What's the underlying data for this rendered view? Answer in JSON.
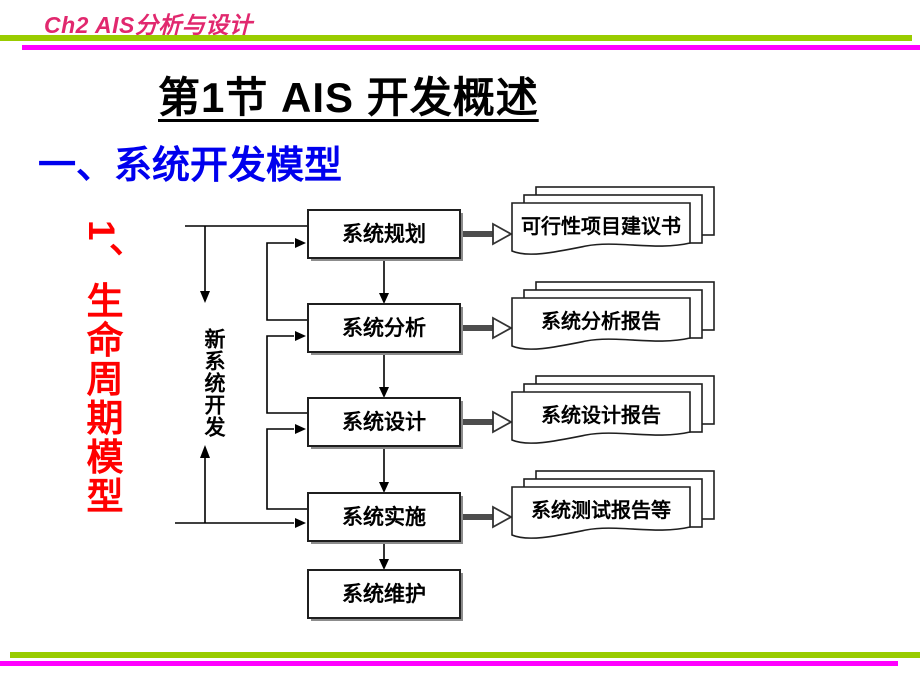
{
  "header": {
    "course_title": "Ch2 AIS分析与设计"
  },
  "slide": {
    "title": "第1节 AIS 开发概述",
    "section_heading": "一、系统开发模型",
    "side_label": "1、生命周期模型"
  },
  "diagram": {
    "cycle_label": "新系统开发",
    "stages": [
      "系统规划",
      "系统分析",
      "系统设计",
      "系统实施",
      "系统维护"
    ],
    "documents": [
      "可行性项目建议书",
      "系统分析报告",
      "系统设计报告",
      "系统测试报告等"
    ]
  },
  "colors": {
    "header_text": "#e1286e",
    "rule_green": "#99cc00",
    "rule_magenta": "#ff00ff",
    "section_heading": "#0000ee",
    "side_label": "#ff0000",
    "shape_outline": "#1f1f1f",
    "shape_shadow": "#8c8c8c"
  }
}
